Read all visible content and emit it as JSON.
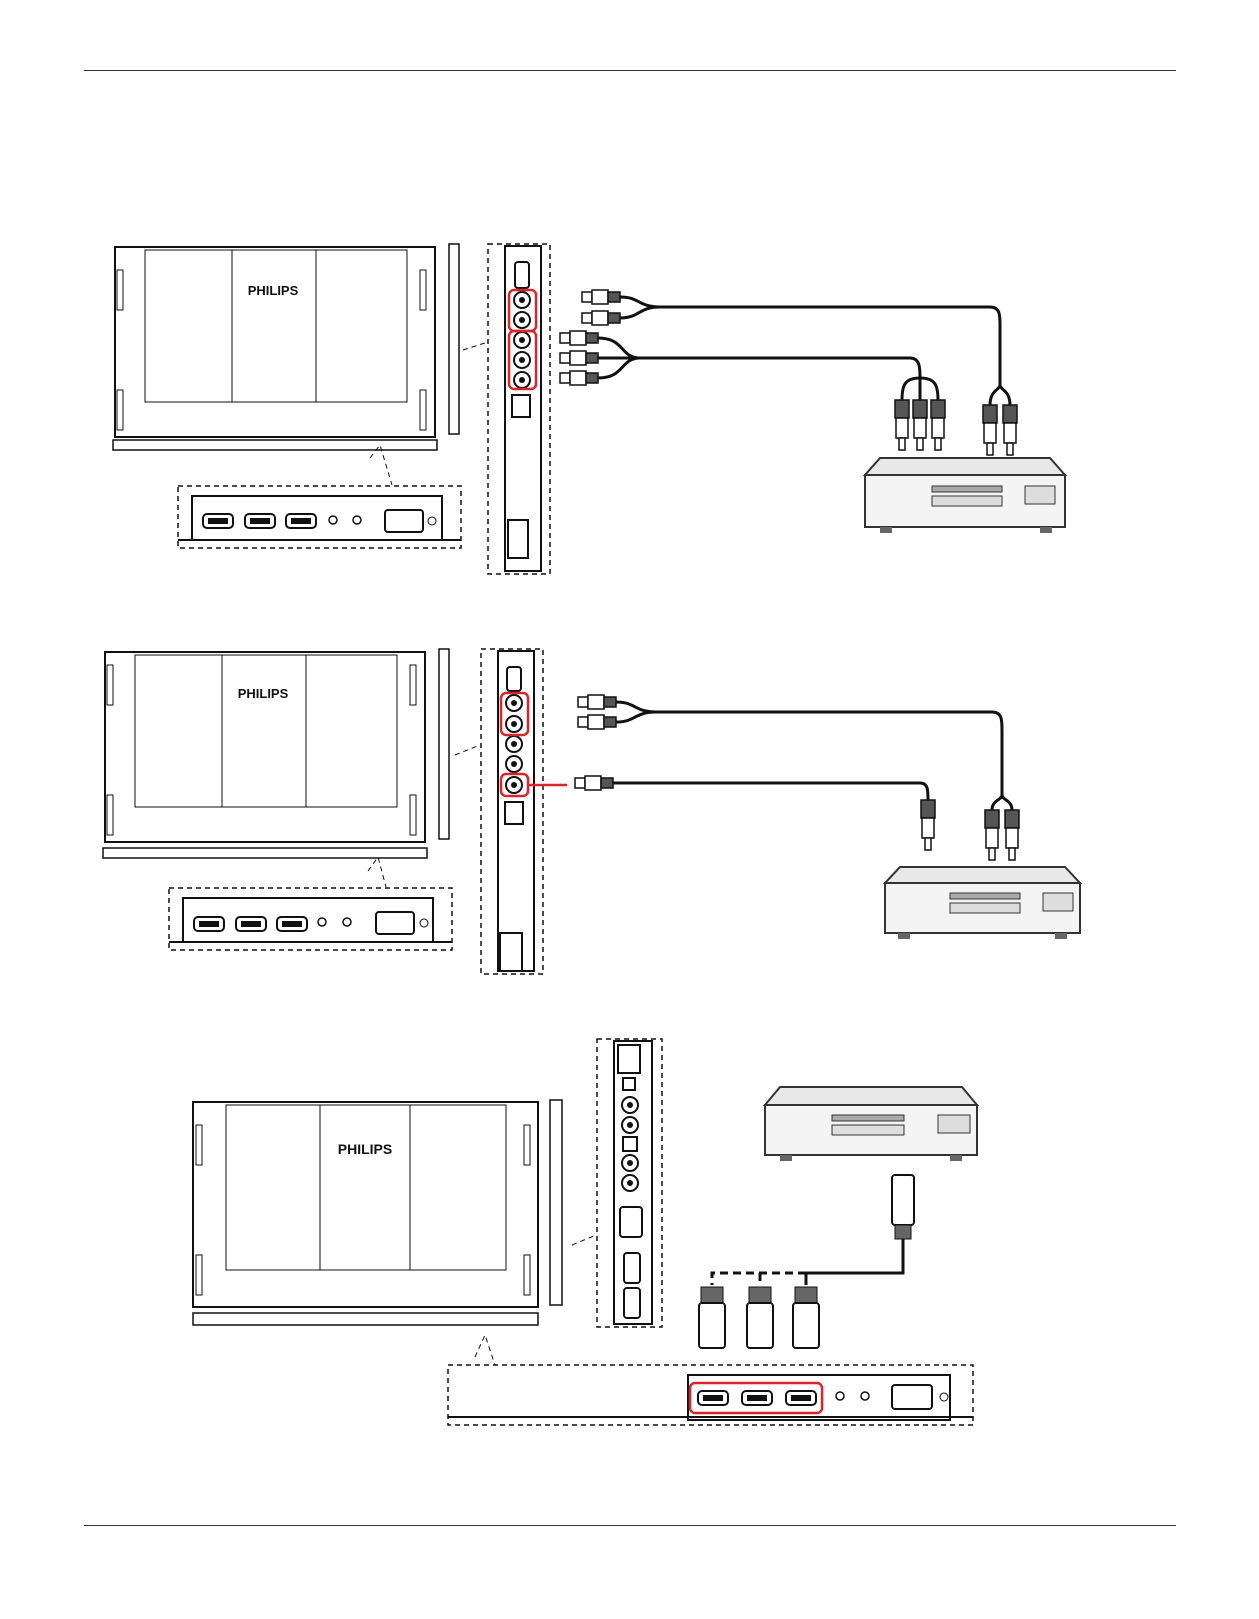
{
  "page": {
    "background": "#ffffff",
    "rule_color": "#333333",
    "highlight_color": "#d9262c"
  },
  "diagrams": [
    {
      "id": "component-connection",
      "brand": "PHILIPS",
      "source_device": "vcr-dvd-player-icon",
      "cable": "component-ypbpr-and-audio-lr"
    },
    {
      "id": "composite-connection",
      "brand": "PHILIPS",
      "source_device": "vcr-dvd-player-icon",
      "cable": "composite-av-and-audio-lr"
    },
    {
      "id": "hdmi-connection",
      "brand": "PHILIPS",
      "source_device": "vcr-dvd-player-icon",
      "cable": "hdmi"
    }
  ]
}
